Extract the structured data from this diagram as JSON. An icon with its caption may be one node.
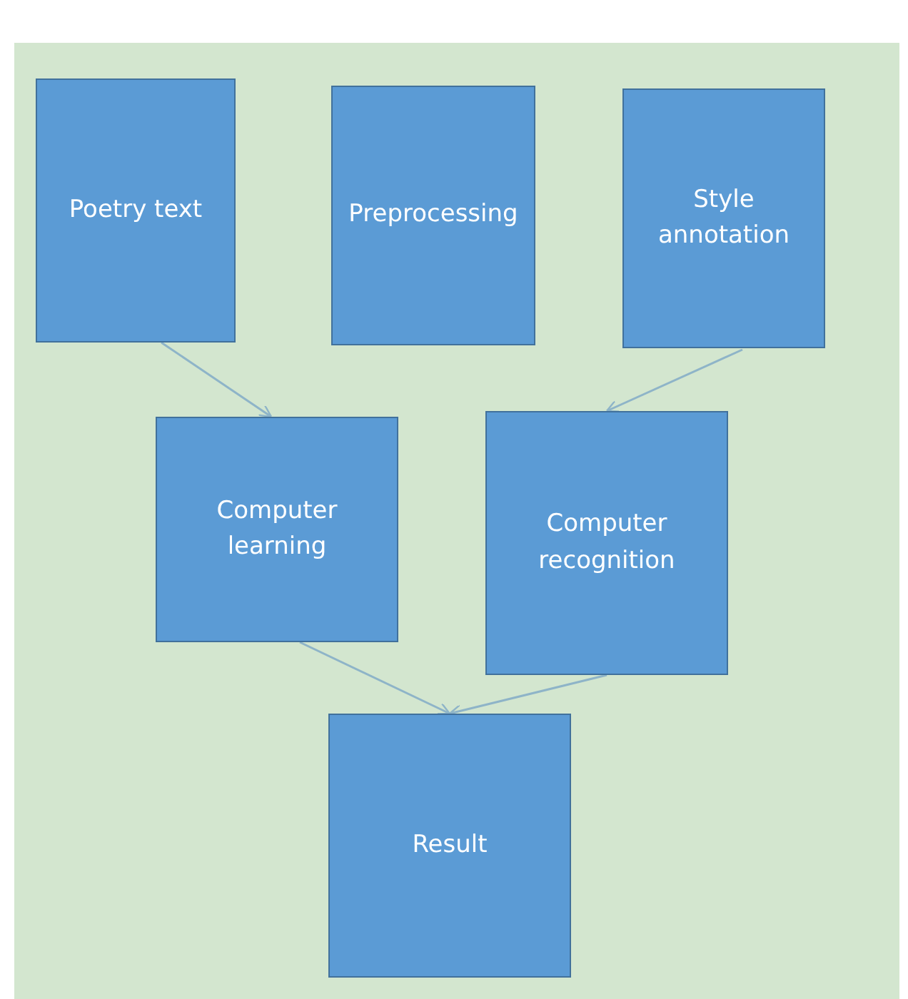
{
  "diagram": {
    "nodes": [
      {
        "text": [
          "Poetry text"
        ]
      },
      {
        "text": [
          "Preprocessing"
        ]
      },
      {
        "text": [
          "Style annotation"
        ]
      },
      {
        "text": [
          "Computer learning"
        ]
      },
      {
        "text": [
          "Computer recognition"
        ]
      },
      {
        "text": [
          "Result"
        ]
      }
    ],
    "edges": [
      {
        "from": 0,
        "to": 3,
        "arrow": "to"
      },
      {
        "from": 2,
        "to": 4,
        "arrow": "to"
      },
      {
        "from": 3,
        "to": 5,
        "arrow": "to"
      },
      {
        "from": 4,
        "to": 5,
        "arrow": "to"
      }
    ]
  }
}
